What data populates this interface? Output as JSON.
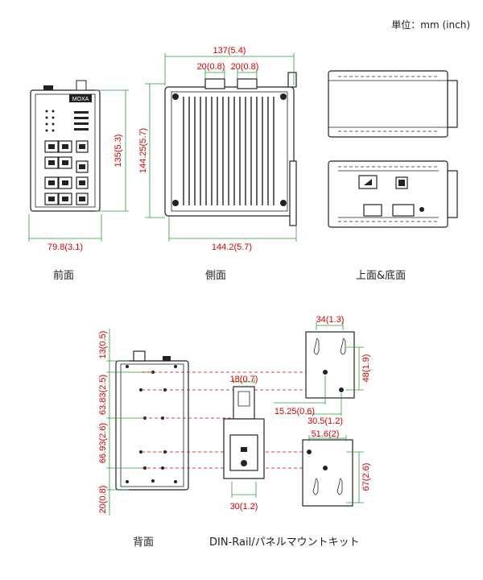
{
  "unit_label": "単位：mm (inch)",
  "views": {
    "front": "前面",
    "side": "側面",
    "top_bottom": "上面&底面",
    "back": "背面",
    "din_panel": "DIN-Rail/パネルマウントキット"
  },
  "brand": "MOXA",
  "dimensions": {
    "front_width": "79.8(3.1)",
    "front_height": "135(5.3)",
    "side_width_top": "137(5.4)",
    "side_width_bottom": "144.2(5.7)",
    "side_height": "144.25(5.7)",
    "terminal_1": "20(0.8)",
    "terminal_2": "20(0.8)",
    "back_top": "13(0.5)",
    "back_upper": "63.83(2.5)",
    "back_lower": "66.93(2.6)",
    "back_bottom": "20(0.8)",
    "din_top": "18(0.7)",
    "din_bottom": "30(1.2)",
    "panel_top_width": "34(1.3)",
    "panel_top_height": "48(1.9)",
    "panel_hole_offset": "15.25(0.6)",
    "panel_hole_spacing": "30.5(1.2)",
    "panel_bottom_width": "51.6(2)",
    "panel_bottom_height": "67(2.6)"
  }
}
